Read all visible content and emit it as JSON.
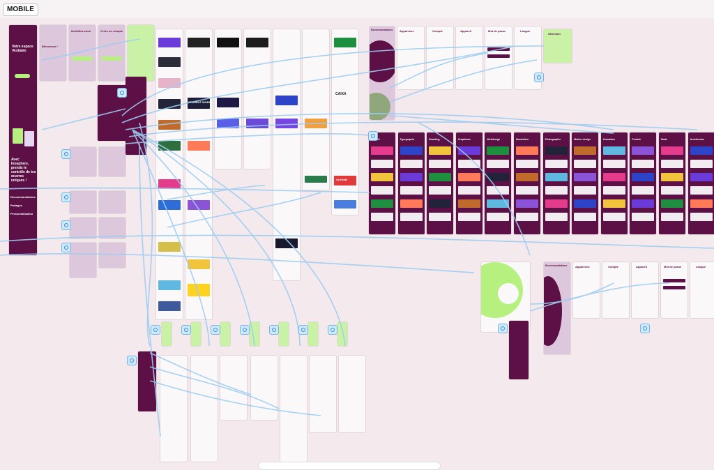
{
  "toolbar": {
    "mode_label": "MOBILE"
  },
  "screens": {
    "welcome_title": "Votre espace Vestiaire",
    "welcome_body": "Avec Inosphere, prends le contrôle de tes œuvres uniques !",
    "account_menu": [
      "Recommandations",
      "Partages",
      "Personnalisation"
    ],
    "onboarding": [
      "Bienvenue !",
      "Identifiez-vous",
      "Créez un compte"
    ],
    "settings_headers": [
      "Recommandations",
      "Apparence",
      "Compte",
      "Appareil",
      "Mot de passe",
      "Langue",
      "Sélection"
    ],
    "settings_headers_copy": [
      "Recommandations",
      "Apparence",
      "Compte",
      "Appareil",
      "Mot de passe",
      "Langue"
    ],
    "category_screens": [
      "Accueil",
      "Typographie",
      "Branding",
      "Graphisme",
      "Webdesign",
      "Illustration",
      "Photographie",
      "Motion design",
      "Animation",
      "Produit",
      "Mode",
      "Architecture"
    ],
    "cards": [
      "STUDENT WORK",
      "CAIXA",
      "OneSafe"
    ]
  },
  "colors": {
    "canvas": "#f4e9ec",
    "plum": "#5c1045",
    "lime": "#b6f07e",
    "wire": "#9ccdf2"
  }
}
